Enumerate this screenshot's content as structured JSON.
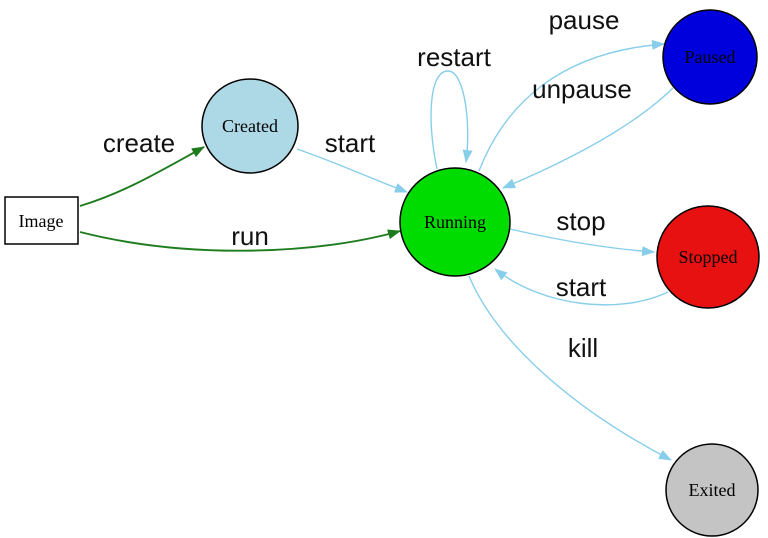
{
  "diagram": {
    "description": "Container lifecycle state diagram",
    "colors": {
      "edge_blue": "#87CEEB",
      "edge_green": "#1E7C1E",
      "background": "#FFFFFF",
      "node_border": "#000000"
    },
    "nodes": {
      "image": {
        "label": "Image",
        "shape": "box",
        "fill": "#FFFFFF",
        "border": "#0000F0"
      },
      "created": {
        "label": "Created",
        "shape": "ellipse",
        "fill": "#ADD8E6"
      },
      "running": {
        "label": "Running",
        "shape": "ellipse",
        "fill": "#00DC00"
      },
      "paused": {
        "label": "Paused",
        "shape": "ellipse",
        "fill": "#0000DC"
      },
      "stopped": {
        "label": "Stopped",
        "shape": "ellipse",
        "fill": "#E81111"
      },
      "exited": {
        "label": "Exited",
        "shape": "ellipse",
        "fill": "#C4C4C4"
      }
    },
    "edges": {
      "create": {
        "label": "create",
        "from": "image",
        "to": "created",
        "color": "green"
      },
      "run": {
        "label": "run",
        "from": "image",
        "to": "running",
        "color": "green"
      },
      "start_created": {
        "label": "start",
        "from": "created",
        "to": "running",
        "color": "blue"
      },
      "restart": {
        "label": "restart",
        "from": "running",
        "to": "running",
        "color": "blue"
      },
      "pause": {
        "label": "pause",
        "from": "running",
        "to": "paused",
        "color": "blue"
      },
      "unpause": {
        "label": "unpause",
        "from": "paused",
        "to": "running",
        "color": "blue"
      },
      "stop": {
        "label": "stop",
        "from": "running",
        "to": "stopped",
        "color": "blue"
      },
      "start_stopped": {
        "label": "start",
        "from": "stopped",
        "to": "running",
        "color": "blue"
      },
      "kill": {
        "label": "kill",
        "from": "running",
        "to": "exited",
        "color": "blue"
      }
    }
  }
}
